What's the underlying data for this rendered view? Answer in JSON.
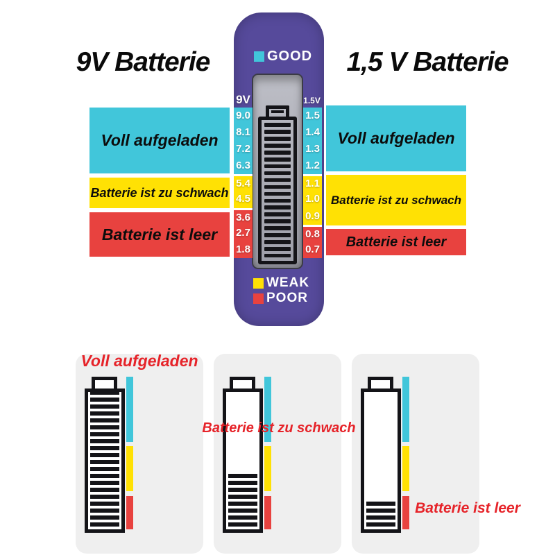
{
  "titles": {
    "left": "9V Batterie",
    "right": "1,5 V Batterie"
  },
  "device": {
    "good_label": "GOOD",
    "weak_label": "WEAK",
    "poor_label": "POOR",
    "left_scale_title": "9V",
    "right_scale_title": "1.5V",
    "lcd_bar_count": 20,
    "left_scale": [
      {
        "value": "9.0",
        "zone": "good"
      },
      {
        "value": "8.1",
        "zone": "good"
      },
      {
        "value": "7.2",
        "zone": "good"
      },
      {
        "value": "6.3",
        "zone": "good"
      },
      {
        "value": "5.4",
        "zone": "weak"
      },
      {
        "value": "4.5",
        "zone": "weak"
      },
      {
        "value": "3.6",
        "zone": "poor"
      },
      {
        "value": "2.7",
        "zone": "poor"
      },
      {
        "value": "1.8",
        "zone": "poor"
      }
    ],
    "right_scale": [
      {
        "value": "1.5",
        "zone": "good"
      },
      {
        "value": "1.4",
        "zone": "good"
      },
      {
        "value": "1.3",
        "zone": "good"
      },
      {
        "value": "1.2",
        "zone": "good"
      },
      {
        "value": "1.1",
        "zone": "weak"
      },
      {
        "value": "1.0",
        "zone": "weak"
      },
      {
        "value": "0.9",
        "zone": "weak"
      },
      {
        "value": "0.8",
        "zone": "poor"
      },
      {
        "value": "0.7",
        "zone": "poor"
      }
    ]
  },
  "bands": {
    "left": [
      {
        "label": "Voll aufgeladen",
        "zone": "good"
      },
      {
        "label": "Batterie ist zu schwach",
        "zone": "weak"
      },
      {
        "label": "Batterie ist leer",
        "zone": "poor"
      }
    ],
    "right": [
      {
        "label": "Voll aufgeladen",
        "zone": "good"
      },
      {
        "label": "Batterie ist zu schwach",
        "zone": "weak"
      },
      {
        "label": "Batterie ist leer",
        "zone": "poor"
      }
    ]
  },
  "legend_cards": [
    {
      "label": "Voll aufgeladen",
      "bars": 20
    },
    {
      "label": "Batterie ist zu schwach",
      "bars": 8
    },
    {
      "label": "Batterie ist leer",
      "bars": 4
    }
  ],
  "colors": {
    "cyan": "#41c6da",
    "yellow": "#ffe104",
    "red": "#e8423f",
    "purple": "#564a9b",
    "redtext": "#e62329",
    "lcdtop": "#bdbec6",
    "lcdbottom": "#9d9ea8",
    "card": "#efefef",
    "ink": "#141418"
  }
}
